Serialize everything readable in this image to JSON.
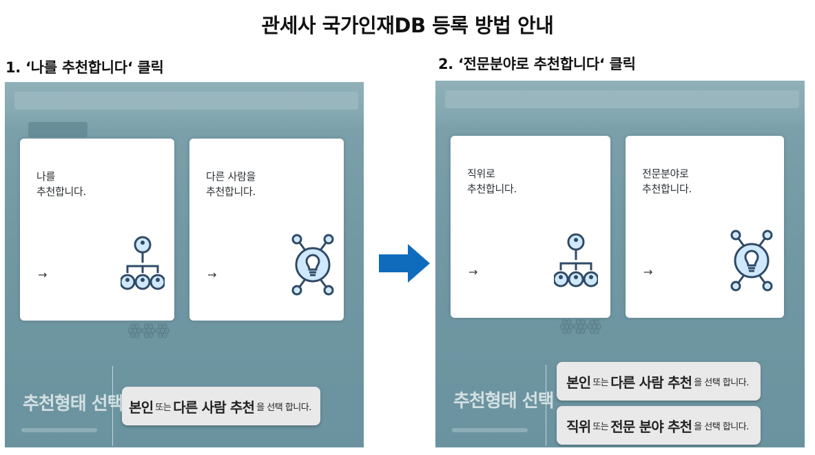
{
  "title": "관세사 국가인재DB 등록 방법 안내",
  "steps": [
    {
      "label": "1. ‘나를 추천합니다‘ 클릭",
      "cards": [
        {
          "text": "나를\n추천합니다.",
          "arrow": "→",
          "icon": "org-chart-people-icon"
        },
        {
          "text": "다른 사람을\n추천합니다.",
          "arrow": "→",
          "icon": "lightbulb-network-icon"
        }
      ],
      "section_title": "추천형태 선택",
      "buttons": [
        {
          "part1": "본인",
          "conj": "또는",
          "part2": "다른 사람 추천",
          "suffix": "을 선택 합니다."
        }
      ]
    },
    {
      "label": "2. ‘전문분야로 추천합니다‘ 클릭",
      "cards": [
        {
          "text": "직위로\n추천합니다.",
          "arrow": "→",
          "icon": "org-chart-people-icon"
        },
        {
          "text": "전문분야로\n추천합니다.",
          "arrow": "→",
          "icon": "lightbulb-network-icon"
        }
      ],
      "section_title": "추천형태 선택",
      "buttons": [
        {
          "part1": "본인",
          "conj": "또는",
          "part2": "다른 사람 추천",
          "suffix": "을 선택 합니다."
        },
        {
          "part1": "직위",
          "conj": "또는",
          "part2": "전문 분야 추천",
          "suffix": "을 선택 합니다."
        }
      ]
    }
  ],
  "transition_arrow": {
    "icon": "right-arrow-icon",
    "color": "#0f6cbd"
  },
  "colors": {
    "accent_blue": "#0f6cbd",
    "icon_stroke": "#2f4a66",
    "icon_fill": "#cfe8fb"
  }
}
